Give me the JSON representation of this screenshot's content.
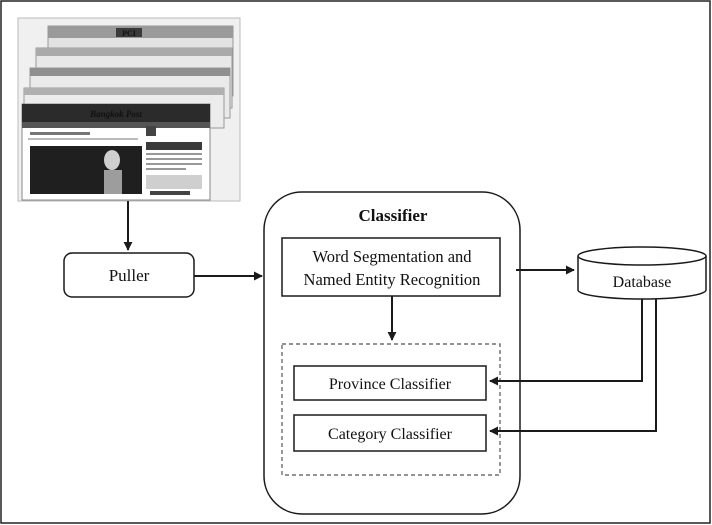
{
  "diagram": {
    "classifier_title": "Classifier",
    "puller_label": "Puller",
    "segmentation_line1": "Word Segmentation and",
    "segmentation_line2": "Named Entity Recognition",
    "database_label": "Database",
    "province_classifier_label": "Province Classifier",
    "category_classifier_label": "Category Classifier",
    "screenshot_masthead": "Bangkok Post",
    "screenshot_logo_top": "PCI",
    "colors": {
      "stroke": "#1a1a1a",
      "background": "#ffffff",
      "screenshot_dark": "#2b2b2b",
      "screenshot_mid": "#8a8a8a",
      "screenshot_light": "#d8d8d8"
    }
  }
}
